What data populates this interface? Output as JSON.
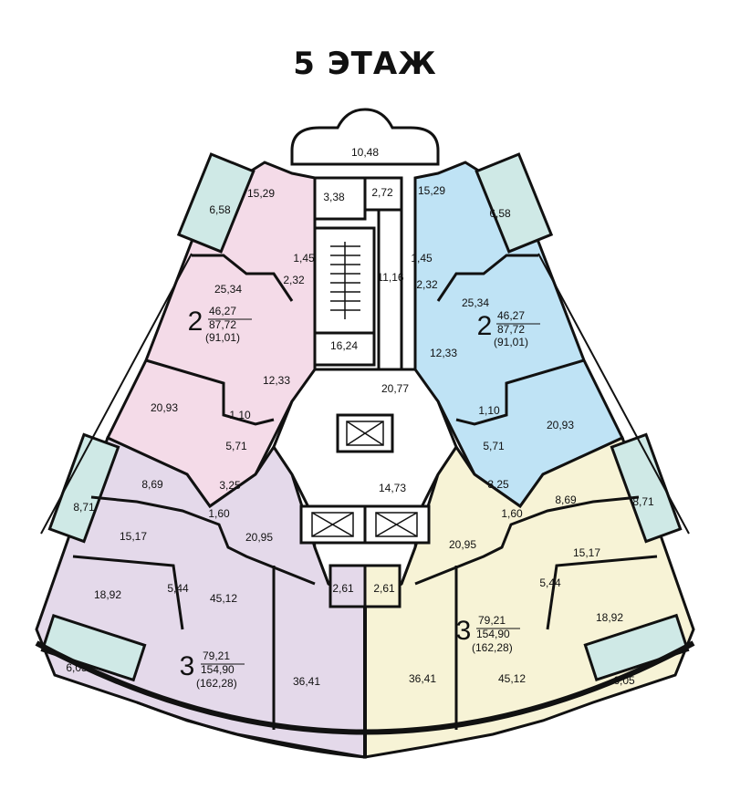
{
  "title": "5 ЭТАЖ",
  "colors": {
    "pink": "#f4dbe8",
    "blue": "#bfe3f5",
    "lavender": "#e4d9ea",
    "yellow": "#f7f3d6",
    "balcony": "#cfe9e6",
    "wall": "#111111"
  },
  "rooms": {
    "center": {
      "top_room": "10,48",
      "left_small": "3,38",
      "right_small": "2,72",
      "corridor": "11,16",
      "stair_landing": "16,24",
      "hall": "20,77",
      "lift_hall": "14,73"
    },
    "apt_top_left": {
      "rooms_count": "2",
      "living": "46,27",
      "total": "87,72",
      "total_balcony": "(91,01)",
      "kitchen": "15,29",
      "balcony": "6,58",
      "wc": "1,45",
      "bath": "2,32",
      "bedroom": "25,34",
      "hall": "12,33",
      "room2": "20,93",
      "wc2": "1,10",
      "storage": "5,71",
      "entry": "3,25"
    },
    "apt_top_right": {
      "rooms_count": "2",
      "living": "46,27",
      "total": "87,72",
      "total_balcony": "(91,01)",
      "kitchen": "15,29",
      "balcony": "6,58",
      "wc": "1,45",
      "bath": "2,32",
      "bedroom": "25,34",
      "hall": "12,33",
      "room2": "20,93",
      "wc2": "1,10",
      "storage": "5,71",
      "entry": "3,25"
    },
    "apt_bottom_left": {
      "rooms_count": "3",
      "living": "79,21",
      "total": "154,90",
      "total_balcony": "(162,28)",
      "kitchen": "8,69",
      "balcony_side": "8,71",
      "wc": "1,60",
      "room_a": "15,17",
      "bath": "5,44",
      "room_b": "18,92",
      "balcony_bottom": "6,05",
      "hall": "20,95",
      "room_c": "45,12",
      "room_d": "36,41",
      "entry": "2,61"
    },
    "apt_bottom_right": {
      "rooms_count": "3",
      "living": "79,21",
      "total": "154,90",
      "total_balcony": "(162,28)",
      "kitchen": "8,69",
      "balcony_side": "8,71",
      "wc": "1,60",
      "room_a": "15,17",
      "bath": "5,44",
      "room_b": "18,92",
      "balcony_bottom": "6,05",
      "hall": "20,95",
      "room_c": "45,12",
      "room_d": "36,41",
      "entry": "2,61"
    }
  }
}
